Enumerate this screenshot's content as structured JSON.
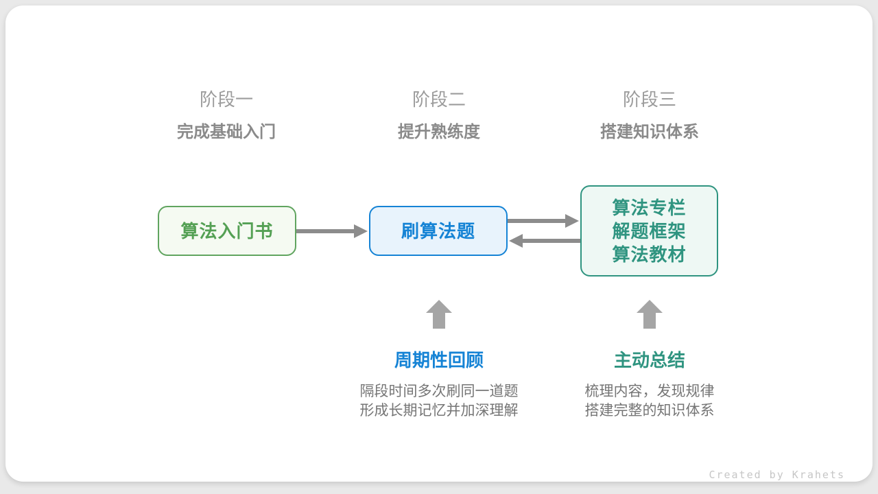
{
  "stages": [
    {
      "label": "阶段一",
      "subtitle": "完成基础入门"
    },
    {
      "label": "阶段二",
      "subtitle": "提升熟练度"
    },
    {
      "label": "阶段三",
      "subtitle": "搭建知识体系"
    }
  ],
  "nodes": [
    {
      "id": "intro-book",
      "lines": [
        "算法入门书"
      ],
      "color": "green"
    },
    {
      "id": "practice-problems",
      "lines": [
        "刷算法题"
      ],
      "color": "blue"
    },
    {
      "id": "knowledge-sources",
      "lines": [
        "算法专栏",
        "解题框架",
        "算法教材"
      ],
      "color": "teal"
    }
  ],
  "annotations": [
    {
      "title": "周期性回顾",
      "color": "blue",
      "desc_line1": "隔段时间多次刷同一道题",
      "desc_line2": "形成长期记忆并加深理解"
    },
    {
      "title": "主动总结",
      "color": "teal",
      "desc_line1": "梳理内容，发现规律",
      "desc_line2": "搭建完整的知识体系"
    }
  ],
  "footer": {
    "credit": "Created by Krahets"
  },
  "colors": {
    "green_accent": "#54a054",
    "blue_accent": "#1583d5",
    "teal_accent": "#2f9480",
    "arrow_gray": "#8c8c8c",
    "block_arrow_gray": "#a5a5a5",
    "stage_label_gray": "#9c9c9c",
    "desc_gray": "#757575",
    "card_bg": "#ffffff",
    "page_bg": "#e9e9e9"
  }
}
